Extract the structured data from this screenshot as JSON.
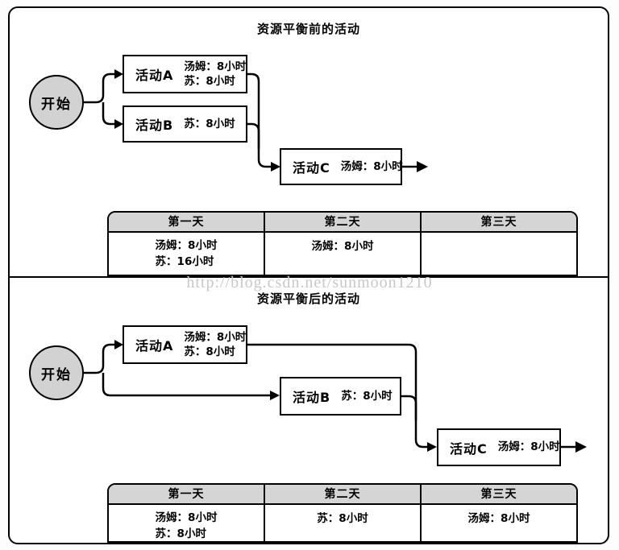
{
  "watermark": {
    "text": "http://blog.csdn.net/sunmoon1210"
  },
  "colors": {
    "node_fill": "#d2d2d2",
    "table_header_fill": "#d5d5d5",
    "watermark": "#c8c8c8",
    "line": "#000000"
  },
  "panels": {
    "before": {
      "title": "资源平衡前的活动",
      "start_label": "开始",
      "activities": [
        {
          "name": "活动A",
          "lines": [
            "汤姆：8小时",
            "苏：8小时"
          ]
        },
        {
          "name": "活动B",
          "lines": [
            "苏：8小时"
          ]
        },
        {
          "name": "活动C",
          "lines": [
            "汤姆：8小时"
          ]
        }
      ],
      "table": {
        "headers": [
          "第一天",
          "第二天",
          "第三天"
        ],
        "cells": [
          [
            "汤姆：8小时",
            "苏：16小时"
          ],
          [
            "汤姆：8小时"
          ],
          []
        ]
      }
    },
    "after": {
      "title": "资源平衡后的活动",
      "start_label": "开始",
      "activities": [
        {
          "name": "活动A",
          "lines": [
            "汤姆：8小时",
            "苏：8小时"
          ]
        },
        {
          "name": "活动B",
          "lines": [
            "苏：8小时"
          ]
        },
        {
          "name": "活动C",
          "lines": [
            "汤姆：8小时"
          ]
        }
      ],
      "table": {
        "headers": [
          "第一天",
          "第二天",
          "第三天"
        ],
        "cells": [
          [
            "汤姆：8小时",
            "苏：8小时"
          ],
          [
            "苏：8小时"
          ],
          [
            "汤姆：8小时"
          ]
        ]
      }
    }
  }
}
